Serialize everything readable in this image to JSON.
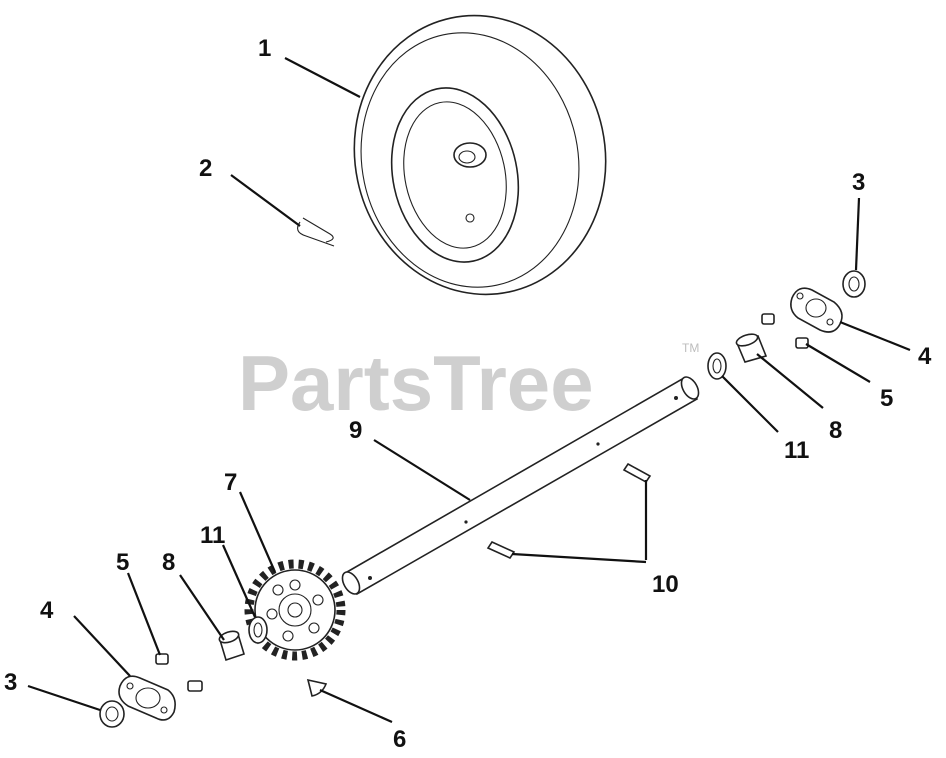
{
  "watermark": {
    "text": "PartsTree",
    "trademark": "TM"
  },
  "callouts": [
    {
      "id": "c1",
      "label": "1"
    },
    {
      "id": "c2",
      "label": "2"
    },
    {
      "id": "c3a",
      "label": "3"
    },
    {
      "id": "c3b",
      "label": "3"
    },
    {
      "id": "c4a",
      "label": "4"
    },
    {
      "id": "c4b",
      "label": "4"
    },
    {
      "id": "c5a",
      "label": "5"
    },
    {
      "id": "c5b",
      "label": "5"
    },
    {
      "id": "c6",
      "label": "6"
    },
    {
      "id": "c7",
      "label": "7"
    },
    {
      "id": "c8a",
      "label": "8"
    },
    {
      "id": "c8b",
      "label": "8"
    },
    {
      "id": "c9",
      "label": "9"
    },
    {
      "id": "c10",
      "label": "10"
    },
    {
      "id": "c11a",
      "label": "11"
    },
    {
      "id": "c11b",
      "label": "11"
    }
  ]
}
